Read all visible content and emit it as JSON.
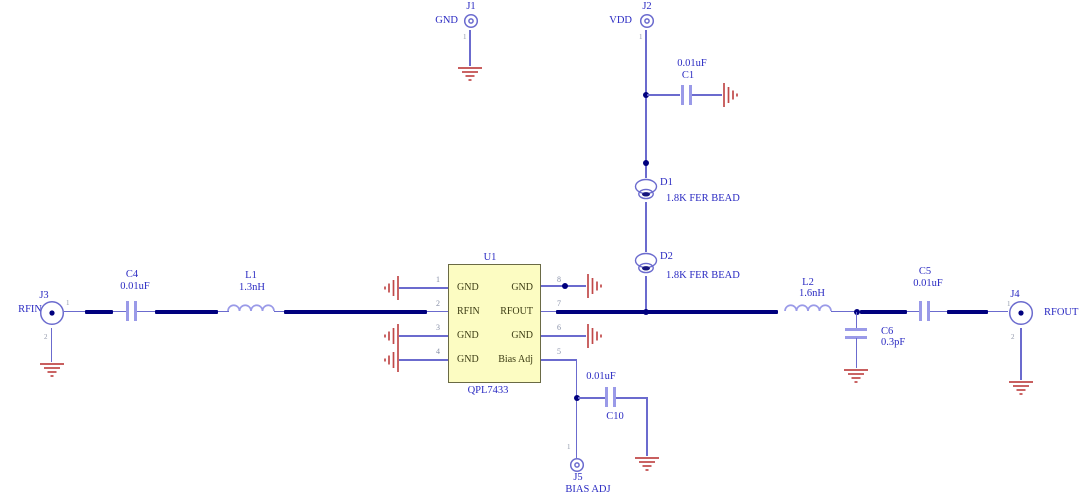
{
  "colors": {
    "label": "#2a2ac2",
    "wire": "#6b6bce",
    "trace": "#00007e",
    "component": "#9a9ae8",
    "ground": "#c04848",
    "chip_fill": "#fcfcc2",
    "chip_border": "#6a6a45",
    "pin_name": "#3c3c14",
    "pin_num": "#8890a8"
  },
  "connectors": {
    "j1": {
      "ref": "J1",
      "net": "GND",
      "pin_a": "1"
    },
    "j2": {
      "ref": "J2",
      "net": "VDD",
      "pin_a": "1"
    },
    "j3": {
      "ref": "J3",
      "net": "RFIN",
      "pin_a": "1",
      "pin_b": "2"
    },
    "j4": {
      "ref": "J4",
      "net": "RFOUT",
      "pin_a": "1",
      "pin_b": "2"
    },
    "j5": {
      "ref": "J5",
      "net": "BIAS ADJ",
      "pin_a": "1"
    }
  },
  "parts": {
    "c1": {
      "ref": "C1",
      "value": "0.01uF"
    },
    "c4": {
      "ref": "C4",
      "value": "0.01uF"
    },
    "c5": {
      "ref": "C5",
      "value": "0.01uF"
    },
    "c6": {
      "ref": "C6",
      "value": "0.3pF"
    },
    "c10": {
      "ref": "C10",
      "value": "0.01uF"
    },
    "l1": {
      "ref": "L1",
      "value": "1.3nH"
    },
    "l2": {
      "ref": "L2",
      "value": "1.6nH"
    },
    "d1": {
      "ref": "D1",
      "value": "1.8K FER BEAD"
    },
    "d2": {
      "ref": "D2",
      "value": "1.8K FER BEAD"
    }
  },
  "ic": {
    "ref": "U1",
    "part": "QPL7433",
    "pins_left": [
      {
        "num": "1",
        "name": "GND"
      },
      {
        "num": "2",
        "name": "RFIN"
      },
      {
        "num": "3",
        "name": "GND"
      },
      {
        "num": "4",
        "name": "GND"
      }
    ],
    "pins_right": [
      {
        "num": "8",
        "name": "GND"
      },
      {
        "num": "7",
        "name": "RFOUT"
      },
      {
        "num": "6",
        "name": "GND"
      },
      {
        "num": "5",
        "name": "Bias Adj"
      }
    ]
  }
}
